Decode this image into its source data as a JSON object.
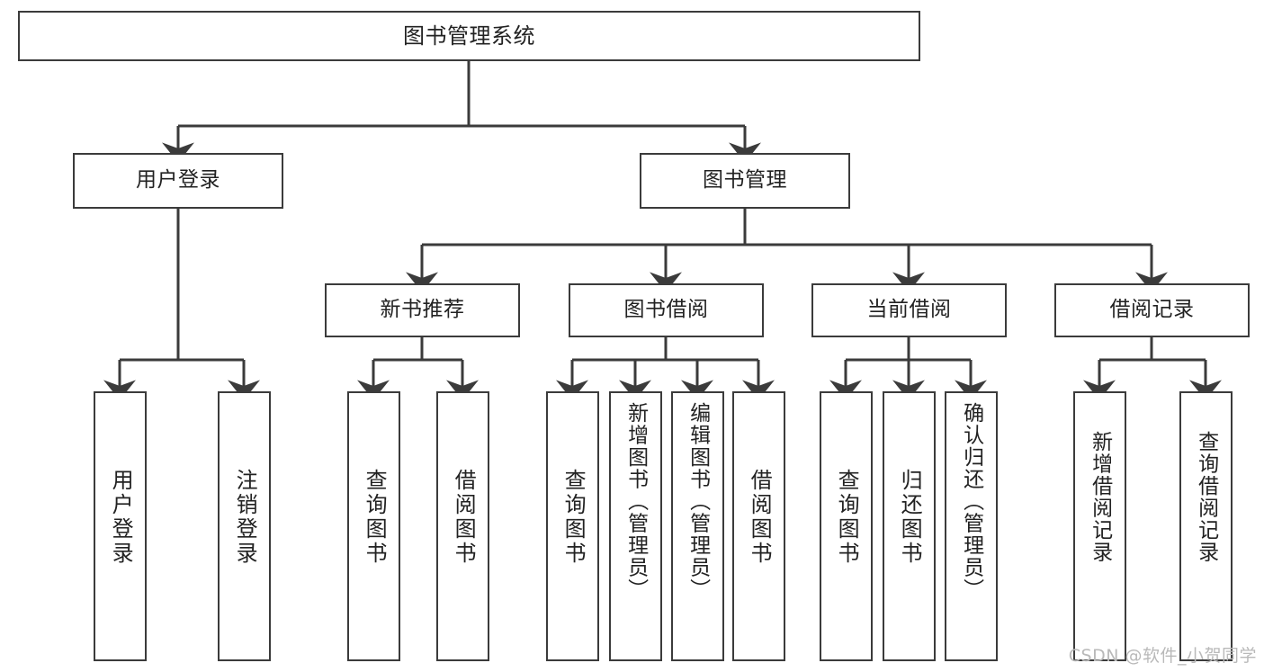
{
  "diagram": {
    "title": "图书管理系统",
    "watermark": "CSDN @软件_小贺同学",
    "stroke_color": "#3b3b3b",
    "text_color": "#222222",
    "background_color": "#ffffff",
    "levels": {
      "level0": [
        "图书管理系统"
      ],
      "level1": [
        "用户登录",
        "图书管理"
      ],
      "level2": [
        "新书推荐",
        "图书借阅",
        "当前借阅",
        "借阅记录"
      ],
      "level3": [
        "用户登录",
        "注销登录",
        "查询图书",
        "借阅图书",
        "查询图书",
        "新增图书（管理员）",
        "编辑图书（管理员）",
        "借阅图书",
        "查询图书",
        "归还图书",
        "确认归还（管理员）",
        "新增借阅记录",
        "查询借阅记录"
      ]
    },
    "nodes": {
      "root": {
        "label": "图书管理系统"
      },
      "user_login": {
        "label": "用户登录"
      },
      "book_manage": {
        "label": "图书管理"
      },
      "new_book_rec": {
        "label": "新书推荐"
      },
      "book_borrow": {
        "label": "图书借阅"
      },
      "current_borrow": {
        "label": "当前借阅"
      },
      "borrow_record": {
        "label": "借阅记录"
      },
      "leaf_user_login": {
        "label": "用户登录"
      },
      "leaf_logout": {
        "label": "注销登录"
      },
      "leaf_query_book_1": {
        "label": "查询图书"
      },
      "leaf_borrow_book_1": {
        "label": "借阅图书"
      },
      "leaf_query_book_2": {
        "label": "查询图书"
      },
      "leaf_add_book_admin": {
        "label": "新增图书（管理员）"
      },
      "leaf_edit_book_admin": {
        "label": "编辑图书（管理员）"
      },
      "leaf_borrow_book_2": {
        "label": "借阅图书"
      },
      "leaf_query_book_3": {
        "label": "查询图书"
      },
      "leaf_return_book": {
        "label": "归还图书"
      },
      "leaf_confirm_return_admin": {
        "label": "确认归还（管理员）"
      },
      "leaf_add_borrow_record": {
        "label": "新增借阅记录"
      },
      "leaf_query_borrow_record": {
        "label": "查询借阅记录"
      }
    }
  }
}
